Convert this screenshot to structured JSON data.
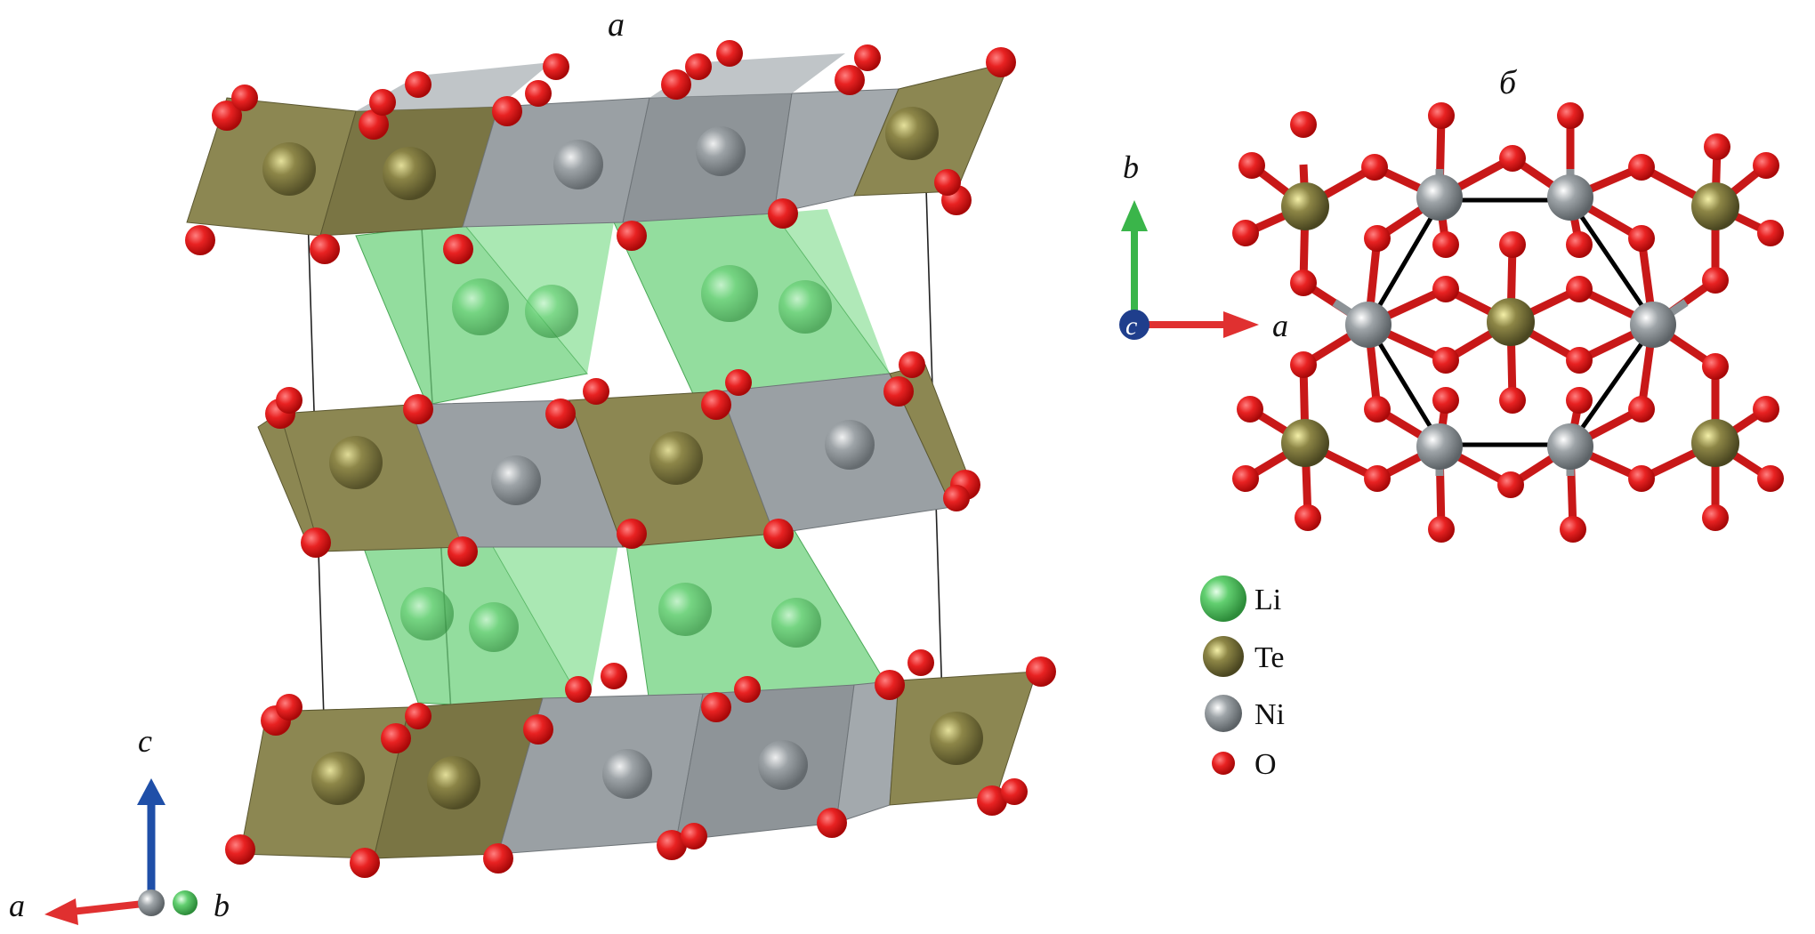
{
  "panels": {
    "a": {
      "label": "a",
      "axes": {
        "c": "c",
        "a": "a",
        "b": "b"
      }
    },
    "b": {
      "label": "б",
      "axes": {
        "b": "b",
        "a": "a",
        "c": "c"
      }
    }
  },
  "legend": [
    {
      "label": "Li",
      "color": "#5dcd6b"
    },
    {
      "label": "Te",
      "color": "#7d7744"
    },
    {
      "label": "Ni",
      "color": "#969ca0"
    },
    {
      "label": "O",
      "color": "#e01f1f"
    }
  ],
  "colors": {
    "li_polyhedron": "#7fd88a",
    "te_polyhedron": "#8c8752",
    "ni_polyhedron": "#9aa0a4",
    "oxygen": "#e01f1f",
    "axis_a": "#e03030",
    "axis_b": "#3ab54a",
    "axis_c": "#1f4fa8"
  }
}
